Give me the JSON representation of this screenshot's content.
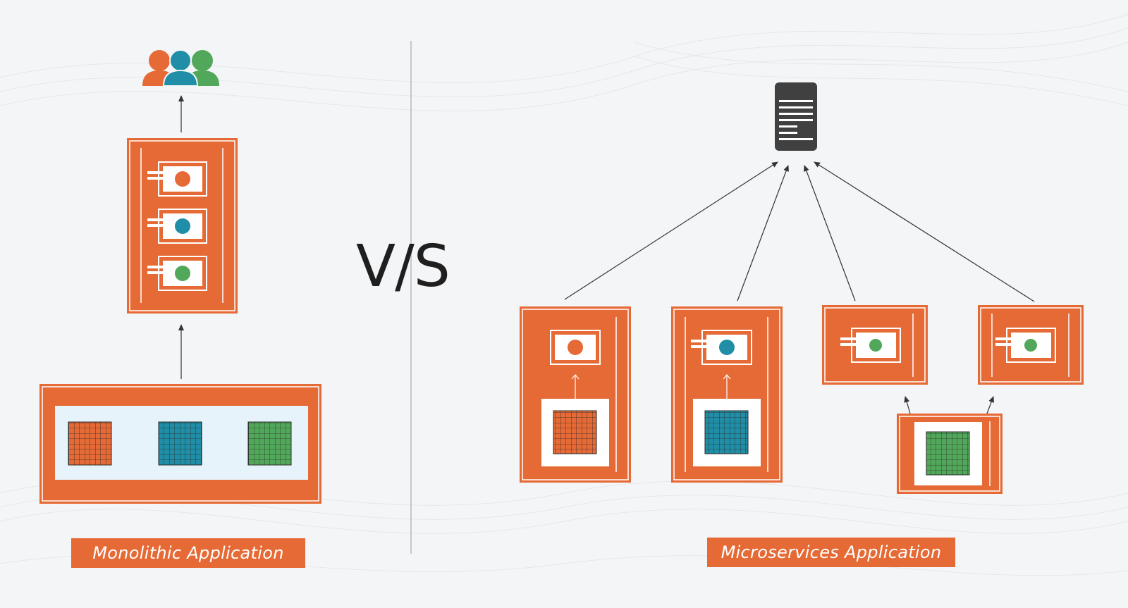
{
  "vs_text": "V/S",
  "monolithic": {
    "label": "Monolithic Application"
  },
  "microservices": {
    "label": "Microservices Application"
  },
  "colors": {
    "orange": "#e66a35",
    "teal": "#1f8ea6",
    "green": "#52a85a",
    "panel": "#e6f3fa",
    "server": "#404040",
    "line": "#333333",
    "divider": "#b8b8b8",
    "background": "#f4f5f7"
  },
  "icons": [
    "users-icon",
    "server-icon",
    "arrow-icon"
  ]
}
